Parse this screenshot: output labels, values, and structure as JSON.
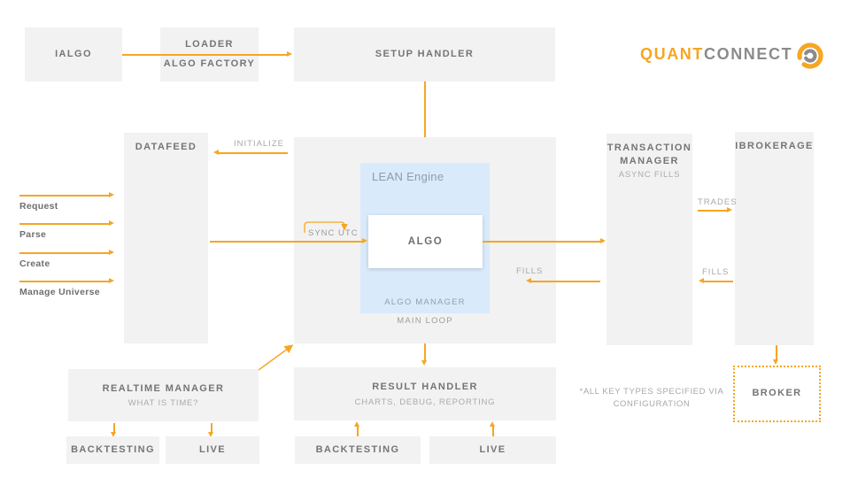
{
  "colors": {
    "accent_orange": "#F5A623",
    "lean_blue": "#D9EAFB",
    "box_gray": "#F2F2F2",
    "logo_gray": "#8B8B8B"
  },
  "logo": {
    "brand_primary": "QUANT",
    "brand_secondary": "CONNECT"
  },
  "boxes": {
    "ialgo": {
      "label": "IALGO"
    },
    "loader": {
      "label": "LOADER",
      "sublabel": "ALGO FACTORY"
    },
    "setup_handler": {
      "label": "SETUP HANDLER"
    },
    "datafeed": {
      "label": "DATAFEED"
    },
    "lean_engine": {
      "label": "LEAN Engine"
    },
    "algo": {
      "label": "ALGO"
    },
    "algo_manager": {
      "label": "ALGO MANAGER"
    },
    "main_loop": {
      "label": "MAIN LOOP"
    },
    "transaction_manager": {
      "line1": "TRANSACTION",
      "line2": "MANAGER",
      "sublabel": "ASYNC FILLS"
    },
    "ibrokerage": {
      "label": "IBROKERAGE"
    },
    "broker": {
      "label": "BROKER"
    },
    "realtime_manager": {
      "label": "REALTIME MANAGER",
      "sublabel": "WHAT IS TIME?"
    },
    "result_handler": {
      "label": "RESULT HANDLER",
      "sublabel": "CHARTS, DEBUG, REPORTING"
    },
    "backtesting_left": {
      "label": "BACKTESTING"
    },
    "live_left": {
      "label": "LIVE"
    },
    "backtesting_center": {
      "label": "BACKTESTING"
    },
    "live_center": {
      "label": "LIVE"
    }
  },
  "arrow_labels": {
    "initialize": "INITIALIZE",
    "sync_utc": "SYNC UTC",
    "fills_inner": "FILLS",
    "trades": "TRADES",
    "fills_outer": "FILLS"
  },
  "datafeed_steps": [
    "Request",
    "Parse",
    "Create",
    "Manage Universe"
  ],
  "note": {
    "line1": "*ALL KEY TYPES SPECIFIED VIA",
    "line2": "CONFIGURATION"
  }
}
